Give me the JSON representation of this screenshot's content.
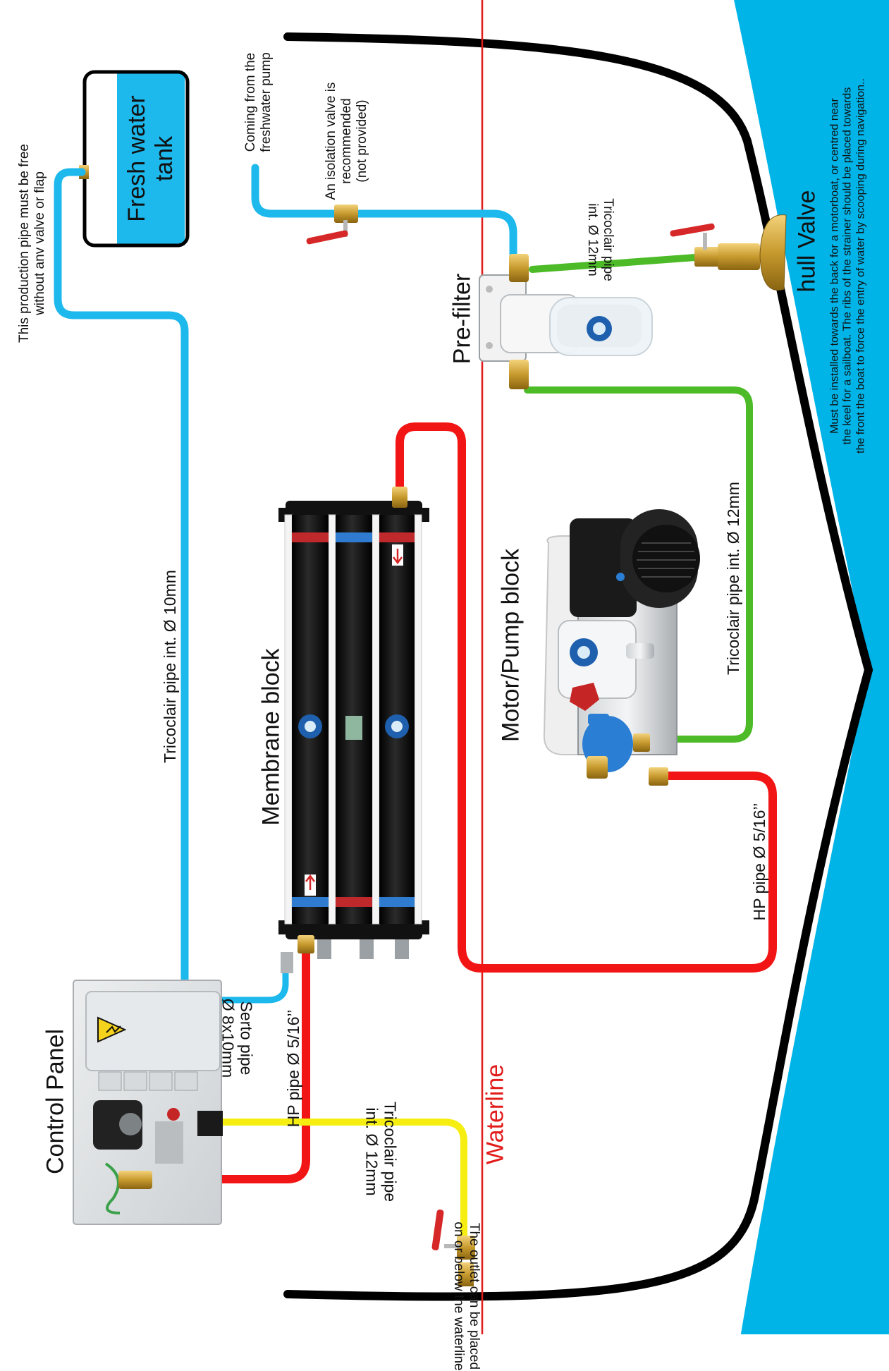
{
  "labels": {
    "fresh_water_tank": "Fresh water\ntank",
    "production_note": "This production pipe must be free\nwithout anv valve or flap",
    "coming_from_pump": "Coming from the\nfreshwater pump",
    "isolation_valve": "An isolation valve is\nrecommended\n(not provided)",
    "tricoclair_12_top": "Tricoclair pipe\nint. Ø 12mm",
    "pre_filter": "Pre-filter",
    "hull_valve": "hull Valve",
    "hull_note": "Must be installed towards the back for a motorboat, or centred near\nthe keel for a sailboat. The ribs of the strainer should be placed towards\nthe front the boat to force the entry of water by scooping during navigation..",
    "tricoclair_10": "Tricoclair pipe int. Ø 10mm",
    "membrane_block": "Membrane block",
    "motor_pump_block": "Motor/Pump block",
    "tricoclair_12_right": "Tricoclair pipe int. Ø 12mm",
    "hp_pipe_right": "HP pipe Ø 5/16’’",
    "control_panel": "Control Panel",
    "serto_pipe": "Serto pipe\nØ 8x10mm",
    "hp_pipe_left": "HP pipe Ø 5/16’’",
    "tricoclair_12_bottom": "Tricoclair pipe\nint. Ø 12mm",
    "waterline": "Waterline",
    "outlet_note": "The outlet can be placed\non or below the waterline"
  },
  "colors": {
    "sea": "#00b4e8",
    "fresh_pipe": "#1db8ec",
    "sea_pipe": "#4cbb27",
    "hp_pipe": "#f21515",
    "brine_pipe": "#f5ee10",
    "hull": "#000000",
    "waterline": "#e21b1b"
  }
}
